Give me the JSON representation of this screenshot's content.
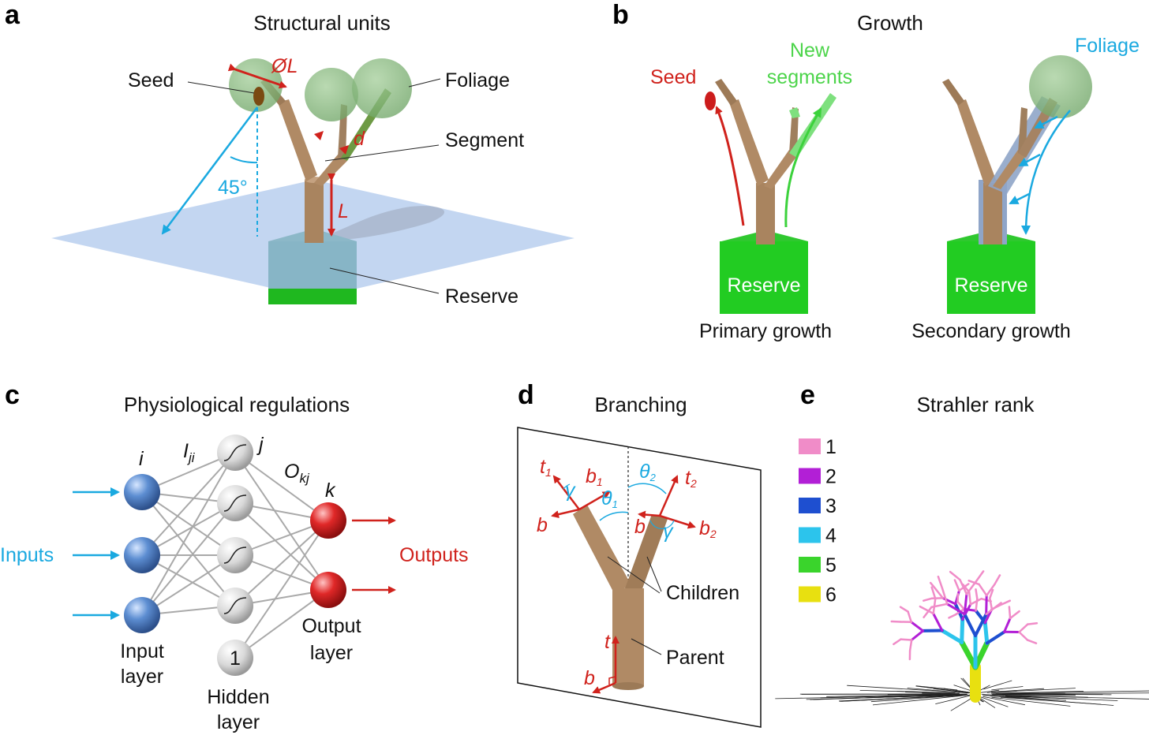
{
  "panels": {
    "a": {
      "letter": "a",
      "title": "Structural units",
      "labels": {
        "seed": "Seed",
        "diameter": "ØL",
        "foliage": "Foliage",
        "d": "d",
        "segment": "Segment",
        "angle": "45°",
        "L": "L",
        "reserve": "Reserve"
      }
    },
    "b": {
      "letter": "b",
      "title": "Growth",
      "labels": {
        "seed": "Seed",
        "new_segments_1": "New",
        "new_segments_2": "segments",
        "foliage": "Foliage",
        "reserve_left": "Reserve",
        "reserve_right": "Reserve",
        "primary": "Primary growth",
        "secondary": "Secondary growth"
      }
    },
    "c": {
      "letter": "c",
      "title": "Physiological regulations",
      "labels": {
        "i": "i",
        "I": "I",
        "I_sub": "ji",
        "j": "j",
        "O": "O",
        "O_sub": "kj",
        "k": "k",
        "inputs": "Inputs",
        "outputs": "Outputs",
        "input_layer_1": "Input",
        "input_layer_2": "layer",
        "hidden_layer_1": "Hidden",
        "hidden_layer_2": "layer",
        "output_layer_1": "Output",
        "output_layer_2": "layer",
        "bias": "1"
      }
    },
    "d": {
      "letter": "d",
      "title": "Branching",
      "labels": {
        "t": "t",
        "sub1": "1",
        "sub2": "2",
        "b": "b",
        "theta": "θ",
        "gamma": "γ",
        "children": "Children",
        "parent": "Parent"
      }
    },
    "e": {
      "letter": "e",
      "title": "Strahler rank",
      "legend": [
        {
          "rank": "1",
          "color": "#f08cc8"
        },
        {
          "rank": "2",
          "color": "#b21fd6"
        },
        {
          "rank": "3",
          "color": "#1e4fd0"
        },
        {
          "rank": "4",
          "color": "#2cc4ec"
        },
        {
          "rank": "5",
          "color": "#3ad42c"
        },
        {
          "rank": "6",
          "color": "#e8e010"
        }
      ]
    }
  },
  "colors": {
    "red": "#d0221c",
    "blue": "#1aa9e0",
    "green": "#22cc22",
    "wood": "#b08a65",
    "ground": "#bcd2f0"
  }
}
